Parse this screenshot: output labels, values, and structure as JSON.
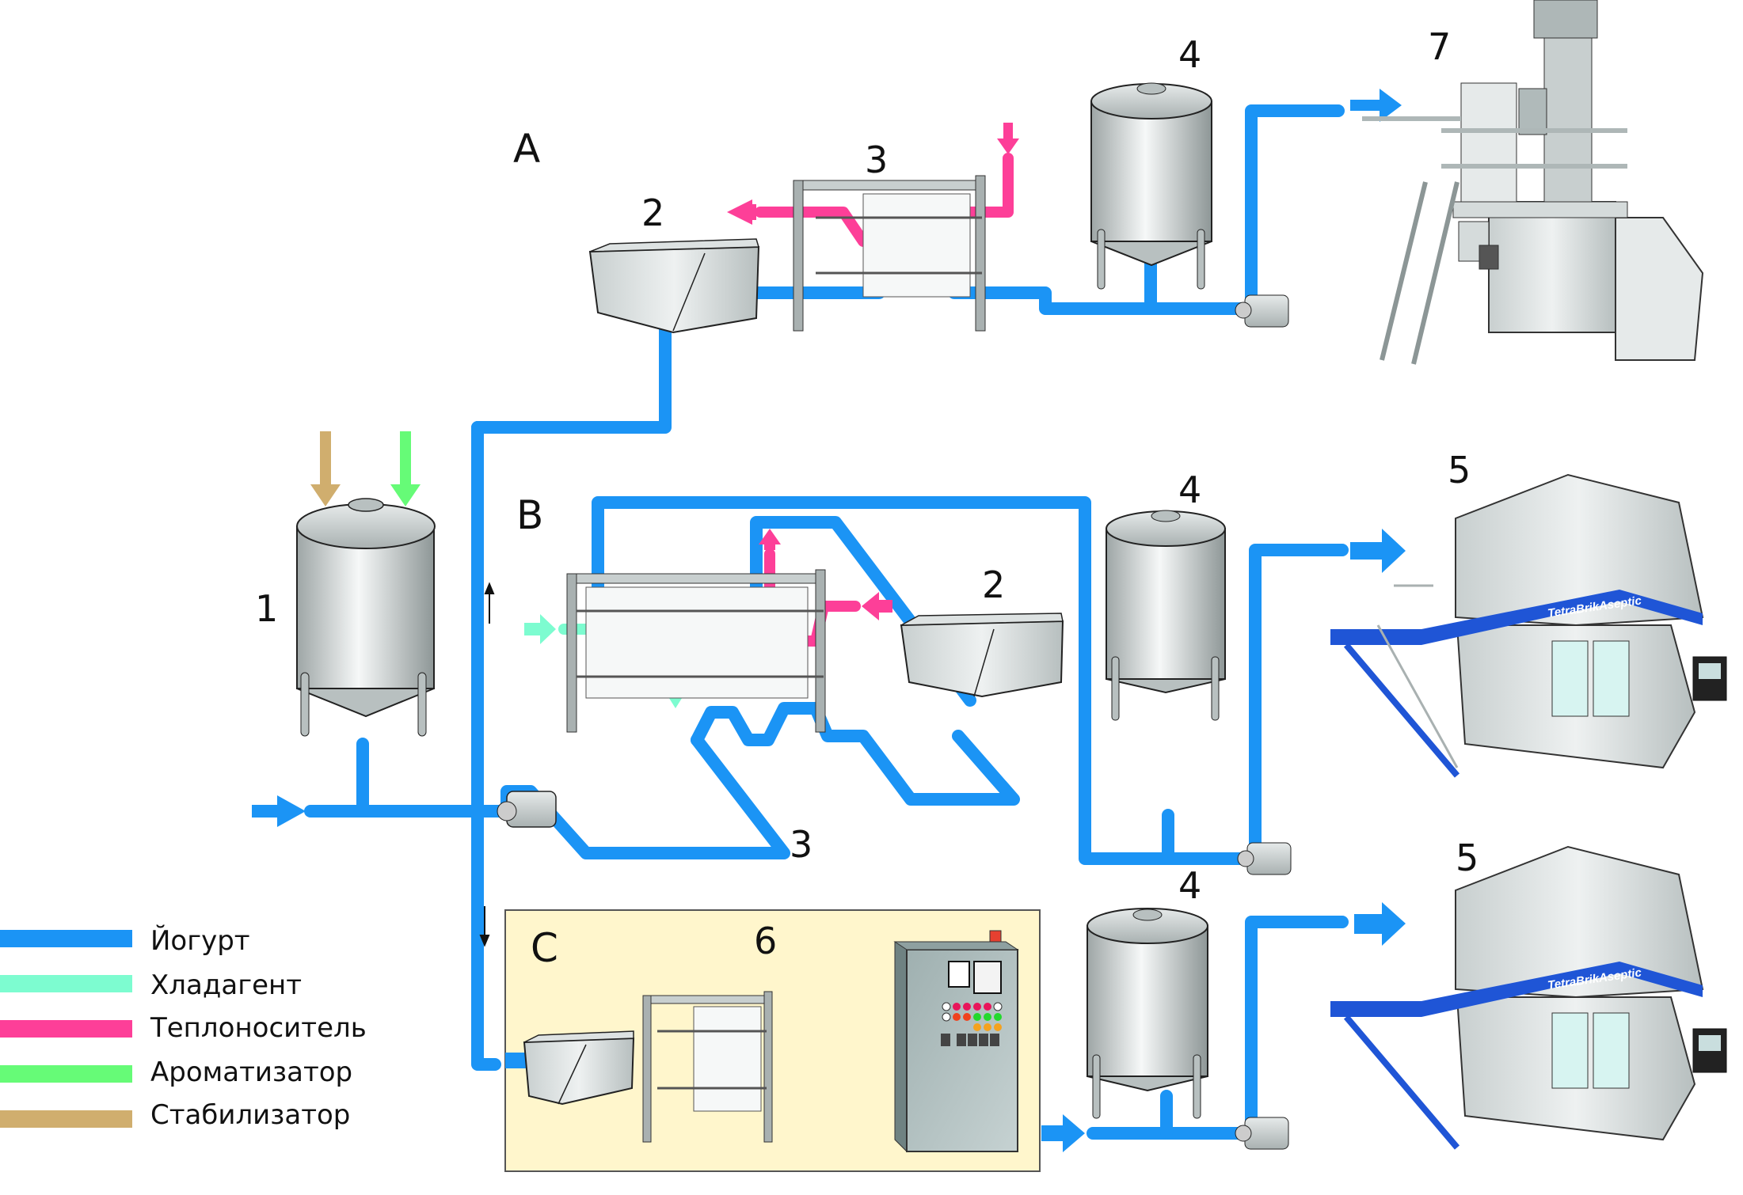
{
  "colors": {
    "yogurt": "#1b94f5",
    "coolant": "#7dfcd0",
    "heat_carrier": "#fd3f98",
    "flavoring": "#66fb77",
    "stabilizer": "#d0ae6e",
    "section_c_bg": "#fff6cc",
    "packaging_band": "#1f55d6"
  },
  "sections": {
    "a": "A",
    "b": "B",
    "c": "C"
  },
  "labels": {
    "tank_1": "1",
    "a_tank_2": "2",
    "a_hex_3": "3",
    "a_tank_4": "4",
    "a_filler_7": "7",
    "b_tank_2": "2",
    "b_hex_3": "3",
    "b_tank_4": "4",
    "b_filler_5": "5",
    "c_unit_6": "6",
    "c_tank_4": "4",
    "c_filler_5": "5"
  },
  "machine_branding": "TetraBrikAseptic",
  "legend": {
    "items": [
      {
        "key": "yogurt",
        "label": "Йогурт"
      },
      {
        "key": "coolant",
        "label": "Хладагент"
      },
      {
        "key": "heat_carrier",
        "label": "Теплоноситель"
      },
      {
        "key": "flavoring",
        "label": "Ароматизатор"
      },
      {
        "key": "stabilizer",
        "label": "Стабилизатор"
      }
    ]
  }
}
